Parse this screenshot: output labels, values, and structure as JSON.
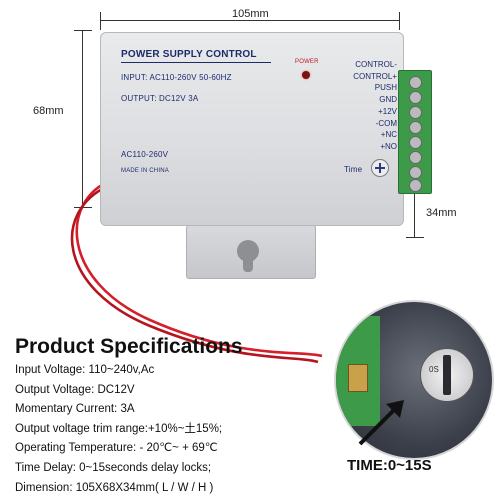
{
  "dimensions": {
    "width": "105mm",
    "height": "68mm",
    "depth": "34mm"
  },
  "device": {
    "title": "POWER SUPPLY CONTROL",
    "input": "INPUT: AC110-260V 50-60HZ",
    "output": "OUTPUT: DC12V   3A",
    "power_led_label": "POWER",
    "ac_label": "AC110-260V",
    "made_in": "MADE IN CHINA",
    "time_label": "Time",
    "terminals": [
      "CONTROL-",
      "CONTROL+",
      "PUSH",
      "GND",
      "+12V",
      "-COM",
      "+NC",
      "+NO"
    ]
  },
  "specs": {
    "title": "Product Specifications",
    "lines": [
      "Input Voltage: 110~240v,Ac",
      "Output Voltage: DC12V",
      "Momentary Current: 3A",
      "Output voltage trim range:+10%~土15%;",
      "Operating Temperature: - 20℃~ + 69℃",
      "Time Delay: 0~15seconds delay locks;",
      "Dimension: 105X68X34mm( L / W / H )"
    ]
  },
  "detail": {
    "caption": "TIME:0~15S",
    "pot_marking": "0S"
  },
  "colors": {
    "enclosure": "#dcdde0",
    "terminal_block": "#3c9a48",
    "wire": "#d3202a",
    "text_blue": "#1d2b6b",
    "detail_bg": "#2f3240"
  }
}
